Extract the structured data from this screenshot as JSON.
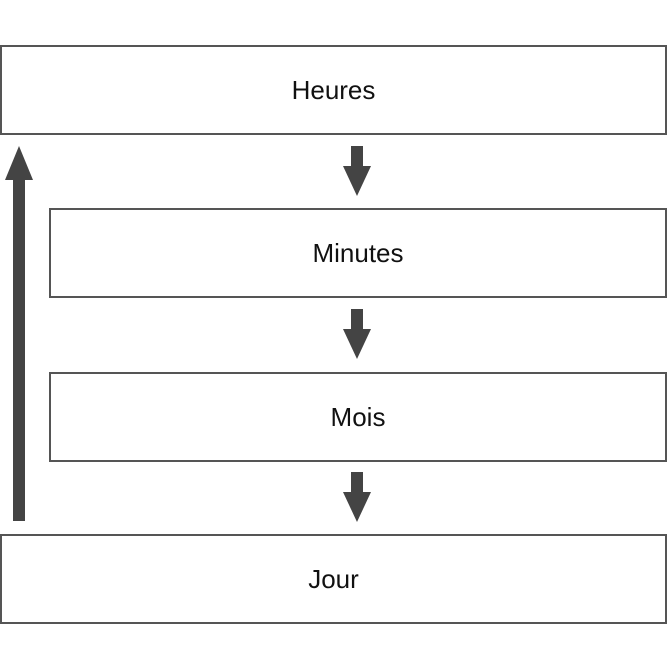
{
  "diagram": {
    "nodes": [
      {
        "id": "heures",
        "label": "Heures"
      },
      {
        "id": "minutes",
        "label": "Minutes"
      },
      {
        "id": "mois",
        "label": "Mois"
      },
      {
        "id": "jour",
        "label": "Jour"
      }
    ],
    "edges": [
      {
        "from": "heures",
        "to": "minutes"
      },
      {
        "from": "minutes",
        "to": "mois"
      },
      {
        "from": "mois",
        "to": "jour"
      },
      {
        "from": "jour",
        "to": "heures"
      }
    ],
    "colors": {
      "arrow": "#444444",
      "box_border": "#555555",
      "text": "#111111"
    }
  }
}
